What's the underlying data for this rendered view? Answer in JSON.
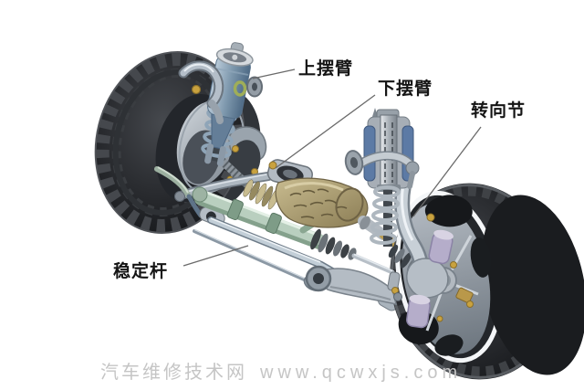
{
  "callouts": [
    {
      "id": "upper-control-arm",
      "text": "上摆臂"
    },
    {
      "id": "lower-control-arm",
      "text": "下摆臂"
    },
    {
      "id": "steering-knuckle",
      "text": "转向节"
    },
    {
      "id": "stabilizer-bar",
      "text": "稳定杆"
    }
  ],
  "watermark": {
    "site_name": "汽车维修技术网",
    "site_url": "www.qcwxjs.com"
  },
  "diagram_parts": [
    "left-tire",
    "left-shock-absorber",
    "upper-control-arm",
    "left-lower-control-arm",
    "steering-rack",
    "driveshaft-differential",
    "stabilizer-bar",
    "inner-tie-rod",
    "right-coilover-damper",
    "right-steering-knuckle",
    "right-wheel-rim",
    "right-tire",
    "rack-bellows",
    "tie-rod-end",
    "cv-boot"
  ],
  "colors": {
    "background": "#ffffff",
    "label_text": "#141414",
    "leader_line": "#6a6a6a",
    "watermark_text": "#c5c5c5",
    "tire_black": "#1a1c1f",
    "shock_blue": "#7e98ad",
    "rack_green": "#b9cfbf",
    "driveshaft_gold": "#a89a72",
    "metal_silver": "#c3cfd8",
    "brass_gold": "#c9a23f",
    "lavender_part": "#b5adca"
  }
}
